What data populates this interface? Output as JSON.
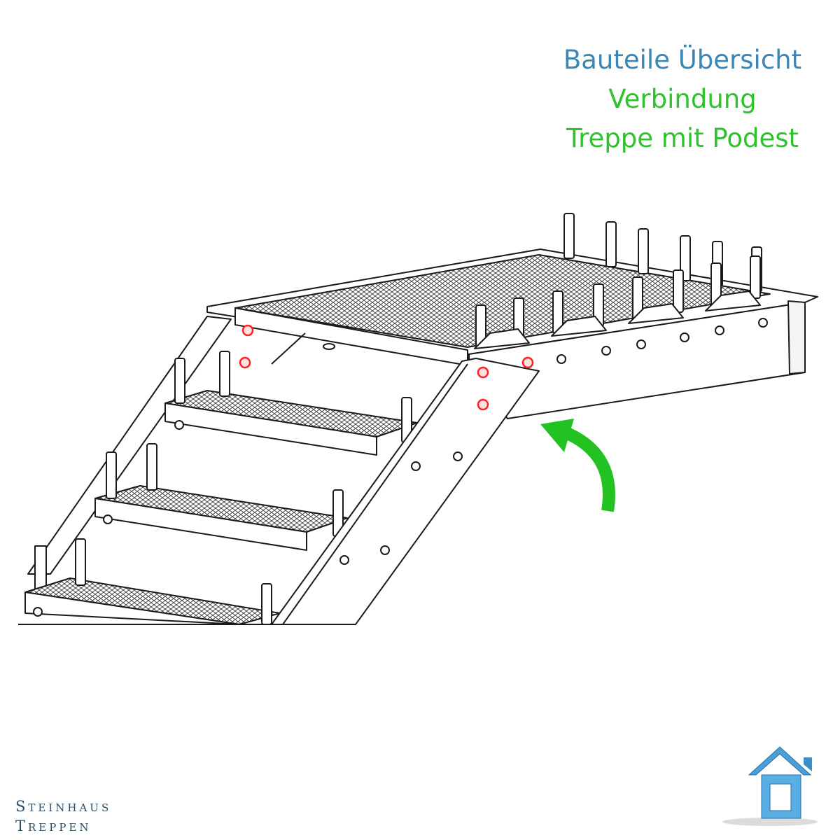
{
  "title": {
    "line1": "Bauteile Übersicht",
    "line2": "Verbindung",
    "line3": "Treppe mit Podest"
  },
  "brand": {
    "line1": "Steinhaus",
    "line2": "Treppen"
  },
  "colors": {
    "title_blue": "#3a86b5",
    "title_green": "#2ec22e",
    "arrow": "#22c222",
    "highlight_bolts": "#ff2020",
    "logo_blue": "#4a9fd8",
    "line": "#1a1a1a"
  },
  "icons": [
    "curved-arrow-icon",
    "house-logo-icon"
  ]
}
